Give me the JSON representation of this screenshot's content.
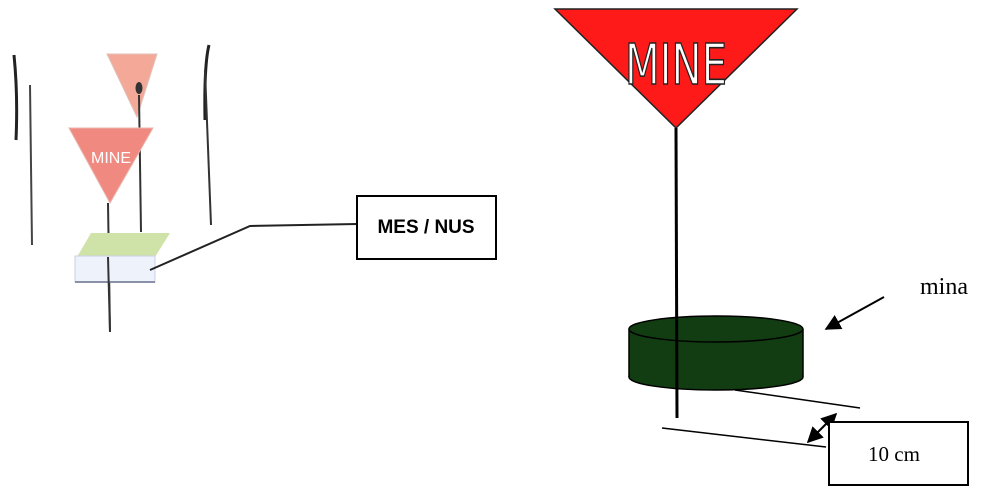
{
  "left_figure": {
    "sign_text": "MINE",
    "callout_label": "MES / NUS"
  },
  "right_figure": {
    "sign_text": "MINE",
    "mine_label": "mina",
    "distance_label": "10 cm"
  },
  "colors": {
    "sign_red": "#ff1a1a",
    "sign_faded": "#f08a80",
    "mine_green": "#123d12",
    "base_green": "#cfe3a8"
  }
}
